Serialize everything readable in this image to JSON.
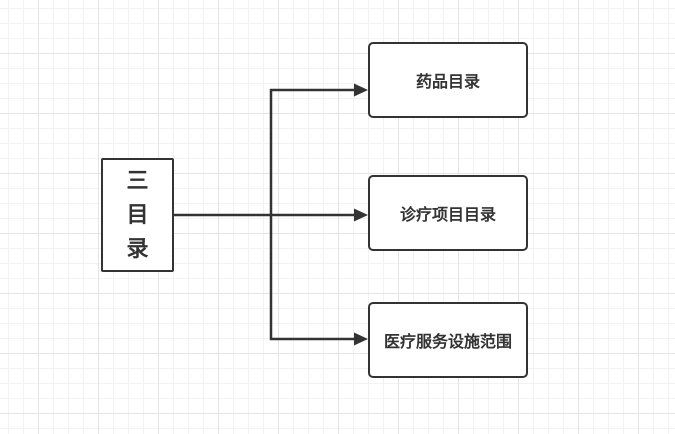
{
  "diagram": {
    "type": "flowchart",
    "root": {
      "label": "三目录"
    },
    "children": [
      {
        "label": "药品目录"
      },
      {
        "label": "诊疗项目目录"
      },
      {
        "label": "医疗服务设施范围"
      }
    ],
    "connections": [
      {
        "from": "三目录",
        "to": "药品目录",
        "style": "orthogonal-arrow"
      },
      {
        "from": "三目录",
        "to": "诊疗项目目录",
        "style": "orthogonal-arrow"
      },
      {
        "from": "三目录",
        "to": "医疗服务设施范围",
        "style": "orthogonal-arrow"
      }
    ],
    "colors": {
      "line": "#333333",
      "box_border": "#333333",
      "box_fill": "#ffffff",
      "text": "#333333",
      "grid_minor": "#f2f2f2",
      "grid_major": "#e4e4e4",
      "background": "#ffffff"
    }
  }
}
